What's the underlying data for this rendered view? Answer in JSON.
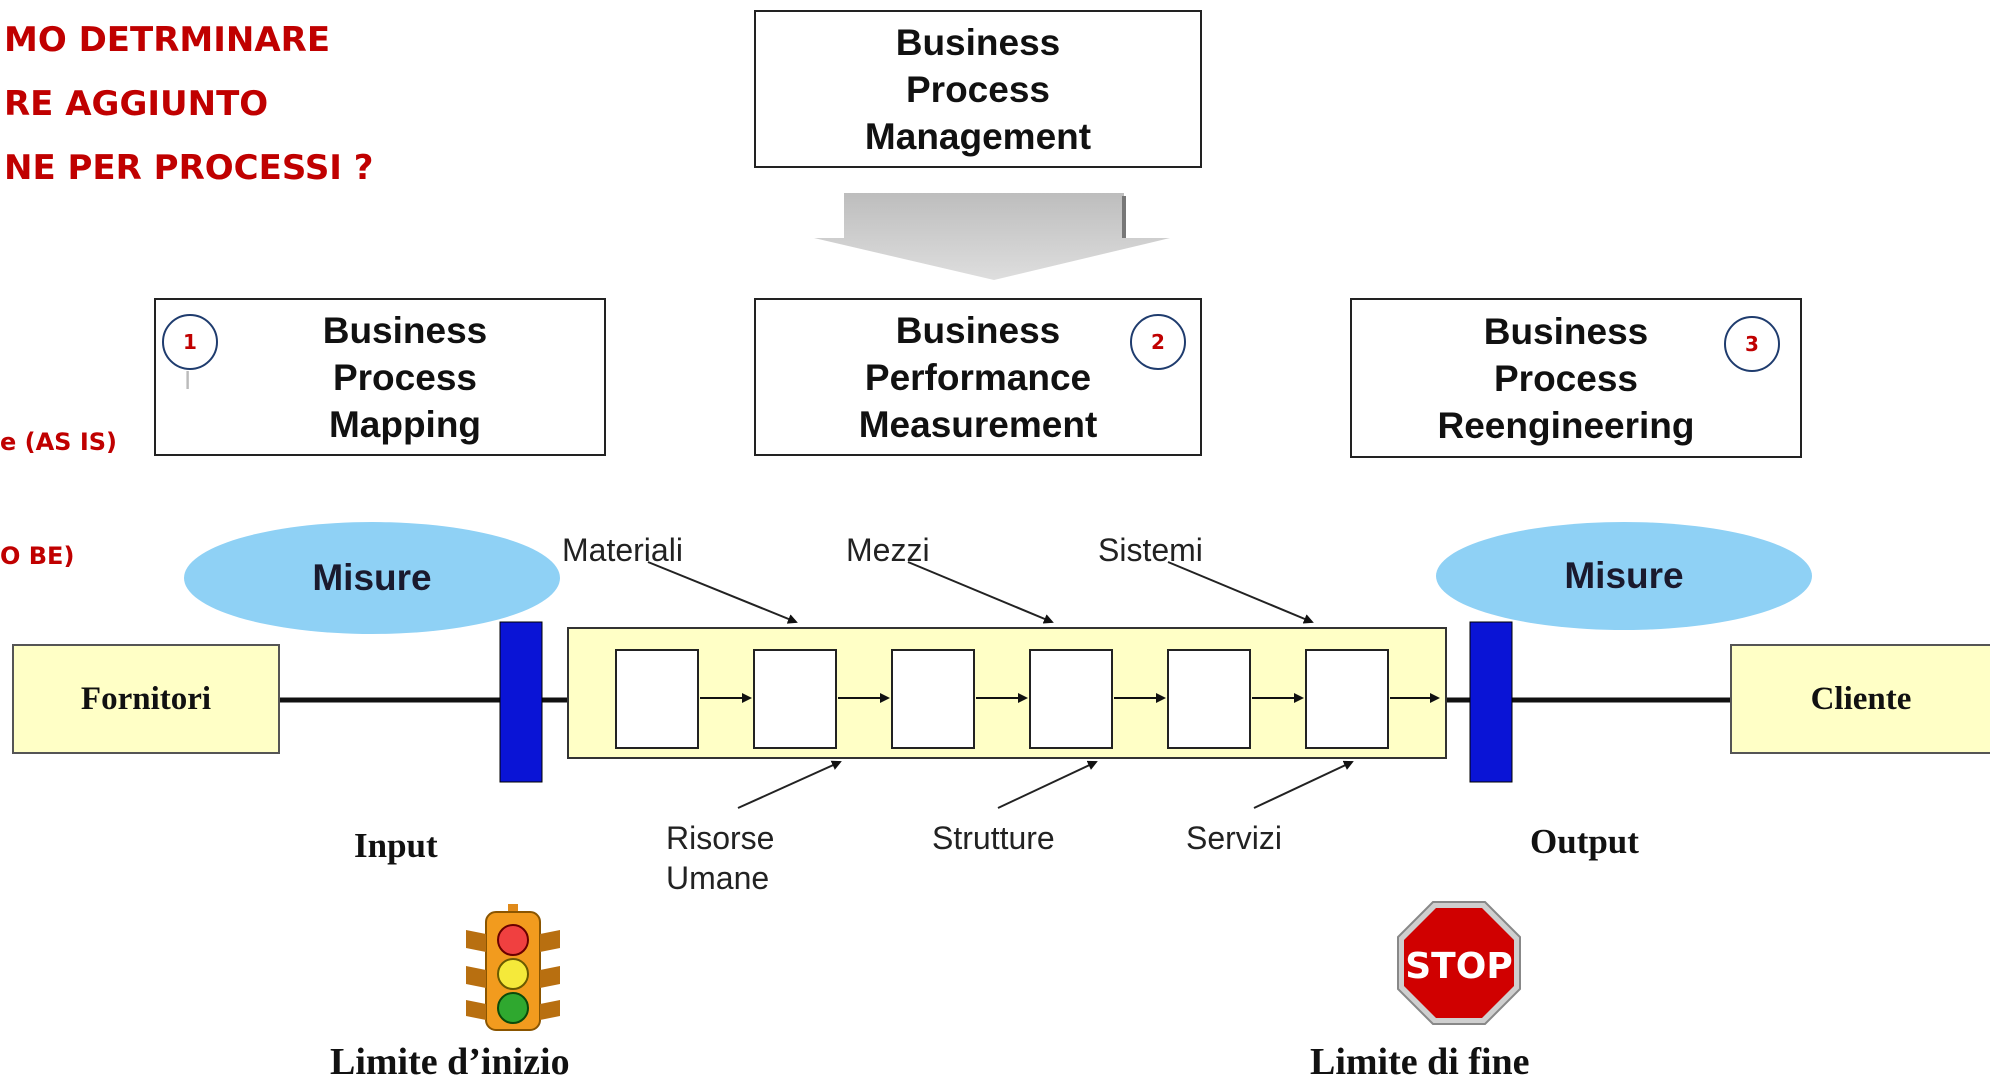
{
  "heading": {
    "line1": "MO DETRMINARE",
    "line2": "RE AGGIUNTO",
    "line3": "NE PER PROCESSI ?"
  },
  "side_notes": {
    "as_is": "e (AS IS)",
    "to_be": "O BE)"
  },
  "top_box": {
    "lines": [
      "Business",
      "Process",
      "Management"
    ]
  },
  "steps": [
    {
      "badge": "1",
      "lines": [
        "Business",
        "Process",
        "Mapping"
      ]
    },
    {
      "badge": "2",
      "lines": [
        "Business",
        "Performance",
        "Measurement"
      ]
    },
    {
      "badge": "3",
      "lines": [
        "Business",
        "Process",
        "Reengineering"
      ]
    }
  ],
  "measures": {
    "left": "Misure",
    "right": "Misure"
  },
  "endpoints": {
    "supplier": "Fornitori",
    "customer": "Cliente"
  },
  "resources_top": [
    "Materiali",
    "Mezzi",
    "Sistemi"
  ],
  "resources_bottom": {
    "hr_line1": "Risorse",
    "hr_line2": "Umane",
    "structures": "Strutture",
    "services": "Servizi"
  },
  "flow_labels": {
    "input": "Input",
    "output": "Output"
  },
  "limits": {
    "start": "Limite d’inizio",
    "end": "Limite di fine"
  },
  "stop_sign_text": "STOP",
  "colors": {
    "accent_red": "#c00000",
    "ellipse_blue": "#8fd1f5",
    "boundary_blue": "#0a14d6",
    "process_yellow": "#ffffc6",
    "stop_red": "#d00000"
  }
}
